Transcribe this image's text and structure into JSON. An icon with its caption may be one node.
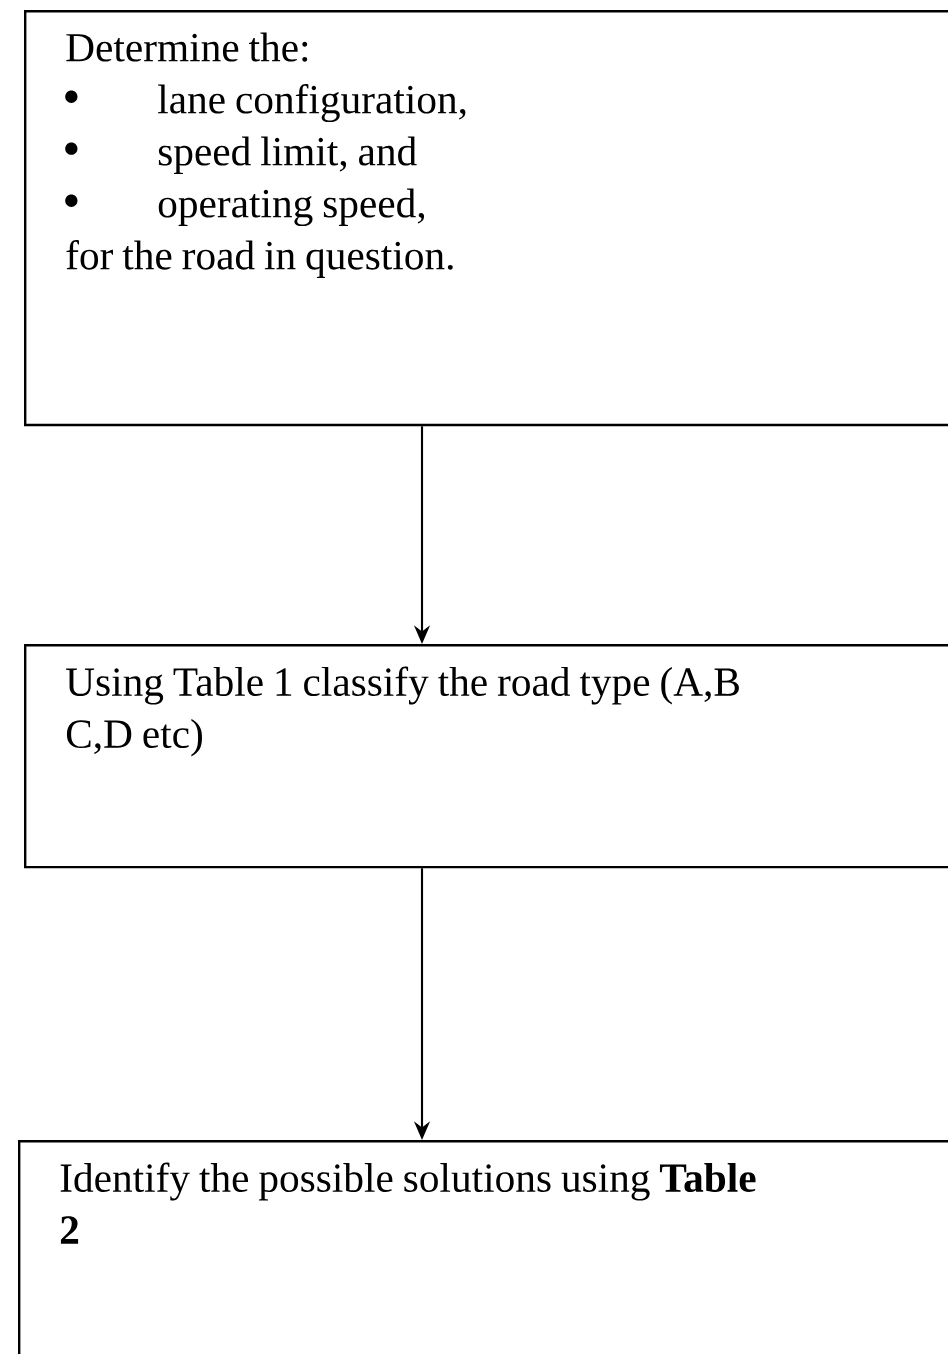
{
  "diagram": {
    "nodes": [
      {
        "text": [
          "Determine the:",
          "lane configuration,",
          "speed limit, and",
          "operating speed,",
          "for the road in question."
        ]
      },
      {
        "text": [
          "Using Table 1 classify the road type (A,B C,D etc)"
        ]
      },
      {
        "text": [
          "Identify the possible solutions using **Table 2**"
        ]
      }
    ],
    "edges": [
      {
        "from": 0,
        "to": 1,
        "arrow": "to"
      },
      {
        "from": 1,
        "to": 2,
        "arrow": "to"
      }
    ]
  }
}
